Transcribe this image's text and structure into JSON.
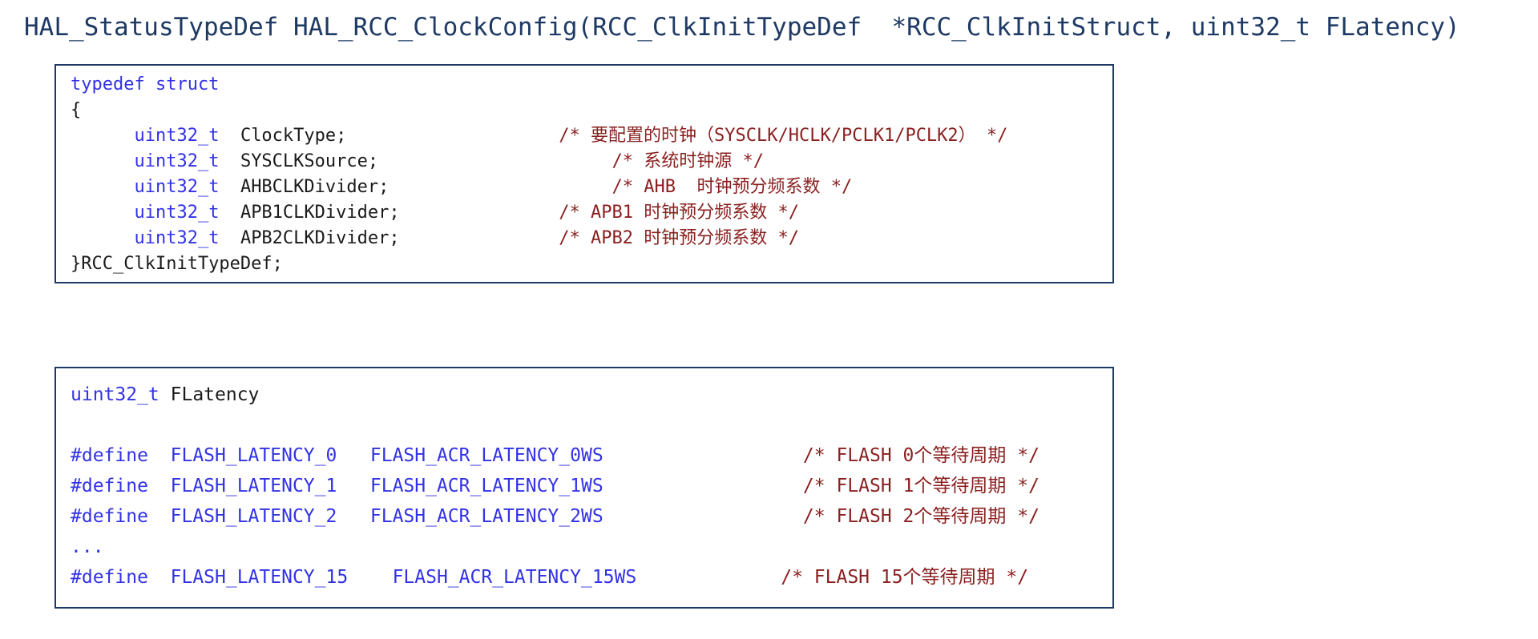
{
  "title": "HAL_StatusTypeDef HAL_RCC_ClockConfig(RCC_ClkInitTypeDef  *RCC_ClkInitStruct, uint32_t FLatency)",
  "colors": {
    "navy": "#1e3a64",
    "keyword": "#3232e6",
    "plain": "#1a1a1a",
    "comment": "#8a1f1f"
  },
  "blocks": [
    {
      "id": "struct-definition",
      "lines": [
        [
          {
            "c": "kw",
            "t": "typedef struct"
          }
        ],
        [
          {
            "c": "plain",
            "t": "{"
          }
        ],
        [
          {
            "c": "plain",
            "t": "      "
          },
          {
            "c": "kw",
            "t": "uint32_t"
          },
          {
            "c": "plain",
            "t": "  ClockType;                    "
          },
          {
            "c": "comment",
            "t": "/* 要配置的时钟（SYSCLK/HCLK/PCLK1/PCLK2） */"
          }
        ],
        [
          {
            "c": "plain",
            "t": "      "
          },
          {
            "c": "kw",
            "t": "uint32_t"
          },
          {
            "c": "plain",
            "t": "  SYSCLKSource;                      "
          },
          {
            "c": "comment",
            "t": "/* 系统时钟源 */"
          }
        ],
        [
          {
            "c": "plain",
            "t": "      "
          },
          {
            "c": "kw",
            "t": "uint32_t"
          },
          {
            "c": "plain",
            "t": "  AHBCLKDivider;                     "
          },
          {
            "c": "comment",
            "t": "/* AHB  时钟预分频系数 */"
          }
        ],
        [
          {
            "c": "plain",
            "t": "      "
          },
          {
            "c": "kw",
            "t": "uint32_t"
          },
          {
            "c": "plain",
            "t": "  APB1CLKDivider;               "
          },
          {
            "c": "comment",
            "t": "/* APB1 时钟预分频系数 */"
          }
        ],
        [
          {
            "c": "plain",
            "t": "      "
          },
          {
            "c": "kw",
            "t": "uint32_t"
          },
          {
            "c": "plain",
            "t": "  APB2CLKDivider;               "
          },
          {
            "c": "comment",
            "t": "/* APB2 时钟预分频系数 */"
          }
        ],
        [
          {
            "c": "plain",
            "t": "}RCC_ClkInitTypeDef;"
          }
        ]
      ]
    },
    {
      "id": "flatency-defines",
      "lines": [
        [
          {
            "c": "kw",
            "t": "uint32_t"
          },
          {
            "c": "plain",
            "t": " FLatency"
          }
        ],
        [],
        [
          {
            "c": "kw",
            "t": "#define  FLASH_LATENCY_0   FLASH_ACR_LATENCY_0WS"
          },
          {
            "c": "plain",
            "t": "                  "
          },
          {
            "c": "comment",
            "t": "/* FLASH 0个等待周期 */"
          }
        ],
        [
          {
            "c": "kw",
            "t": "#define  FLASH_LATENCY_1   FLASH_ACR_LATENCY_1WS"
          },
          {
            "c": "plain",
            "t": "                  "
          },
          {
            "c": "comment",
            "t": "/* FLASH 1个等待周期 */"
          }
        ],
        [
          {
            "c": "kw",
            "t": "#define  FLASH_LATENCY_2   FLASH_ACR_LATENCY_2WS"
          },
          {
            "c": "plain",
            "t": "                  "
          },
          {
            "c": "comment",
            "t": "/* FLASH 2个等待周期 */"
          }
        ],
        [
          {
            "c": "kw",
            "t": "..."
          }
        ],
        [
          {
            "c": "kw",
            "t": "#define  FLASH_LATENCY_15    FLASH_ACR_LATENCY_15WS"
          },
          {
            "c": "plain",
            "t": "             "
          },
          {
            "c": "comment",
            "t": "/* FLASH 15个等待周期 */"
          }
        ]
      ]
    }
  ]
}
